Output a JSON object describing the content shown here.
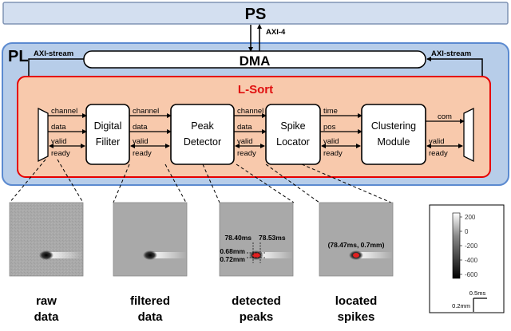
{
  "title": "",
  "ps": {
    "label": "PS"
  },
  "pl": {
    "label": "PL"
  },
  "axi4": {
    "label": "AXI-4"
  },
  "dma": {
    "label": "DMA"
  },
  "axi_left": {
    "label": "AXI-stream"
  },
  "axi_right": {
    "label": "AXI-stream"
  },
  "lsort": {
    "label": "L-Sort"
  },
  "modules": [
    {
      "line1": "Digital",
      "line2": "Filiter"
    },
    {
      "line1": "Peak",
      "line2": "Detector"
    },
    {
      "line1": "Spike",
      "line2": "Locator"
    },
    {
      "line1": "Clustering",
      "line2": "Module"
    }
  ],
  "links": [
    {
      "top": "channel",
      "mid": "data",
      "v1": "valid",
      "v2": "ready"
    },
    {
      "top": "channel",
      "mid": "data",
      "v1": "valid",
      "v2": "ready"
    },
    {
      "top": "channel",
      "mid": "data",
      "v1": "valid",
      "v2": "ready"
    },
    {
      "top": "time",
      "mid": "pos",
      "v1": "valid",
      "v2": "ready"
    },
    {
      "top": "com",
      "v1": "valid",
      "v2": "ready"
    }
  ],
  "panels": [
    {
      "cap1": "raw",
      "cap2": "data"
    },
    {
      "cap1": "filtered",
      "cap2": "data"
    },
    {
      "cap1": "detected",
      "cap2": "peaks"
    },
    {
      "cap1": "located",
      "cap2": "spikes"
    }
  ],
  "annotations": {
    "t1": "78.40ms",
    "t2": "78.53ms",
    "p1": "0.68mm",
    "p2": "0.72mm",
    "loc": "(78.47ms, 0.7mm)"
  },
  "colorbar": {
    "ticks": [
      "200",
      "0",
      "-200",
      "-400",
      "-600"
    ]
  },
  "scalebar": {
    "x_label": "0.5ms",
    "y_label": "0.2mm"
  },
  "colors": {
    "ps_fill": "#d3dff0",
    "pl_fill": "#b7cde9",
    "lsort_fill": "#f8c9ac",
    "lsort_border": "#e60000",
    "marker": "#e02020"
  }
}
